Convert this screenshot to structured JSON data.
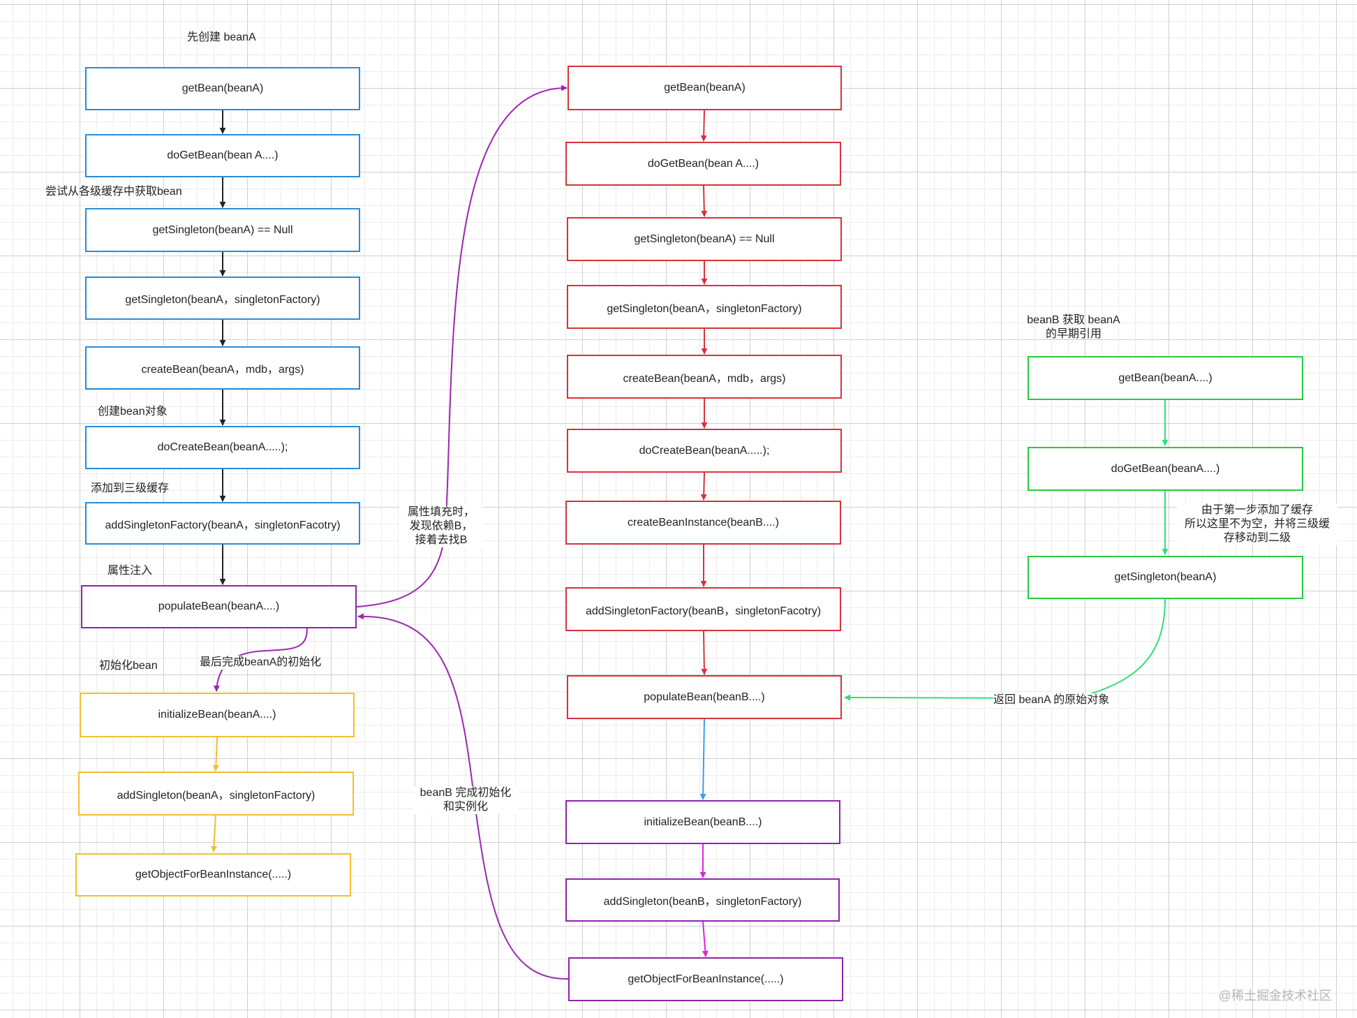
{
  "colors": {
    "blue": "#2A8BD8",
    "red": "#D6323A",
    "purple": "#8E24AA",
    "yellow": "#F5BD2F",
    "green": "#27C93F",
    "black_arrow": "#222222",
    "magenta_arrow": "#E020E0",
    "green_arrow": "#2EE07A",
    "blue_arrow": "#3D9BF0",
    "curve_purple": "#9C27B0"
  },
  "left_column": {
    "header": "先创建 beanA",
    "nodes": [
      "getBean(beanA)",
      "doGetBean(bean A....)",
      "getSingleton(beanA) == Null",
      "getSingleton(beanA，singletonFactory)",
      "createBean(beanA，mdb，args)",
      "doCreateBean(beanA.....);",
      "addSingletonFactory(beanA，singletonFacotry)",
      "populateBean(beanA....)",
      "initializeBean(beanA....)",
      "addSingleton(beanA，singletonFactory)",
      "getObjectForBeanInstance(.....)"
    ],
    "notes": {
      "try_cache": "尝试从各级缓存中获取bean",
      "create_obj": "创建bean对象",
      "add_l3": "添加到三级缓存",
      "inject": "属性注入",
      "init": "初始化bean",
      "finish_a": "最后完成beanA的初始化"
    }
  },
  "middle_column": {
    "nodes": [
      "getBean(beanA)",
      "doGetBean(bean A....)",
      "getSingleton(beanA) == Null",
      "getSingleton(beanA，singletonFactory)",
      "createBean(beanA，mdb，args)",
      "doCreateBean(beanA.....);",
      "createBeanInstance(beanB....)",
      "addSingletonFactory(beanB，singletonFacotry)",
      "populateBean(beanB....)",
      "initializeBean(beanB....)",
      "addSingleton(beanB，singletonFactory)",
      "getObjectForBeanInstance(.....)"
    ]
  },
  "right_column": {
    "header_line1": "beanB 获取 beanA",
    "header_line2": "的早期引用",
    "nodes": [
      "getBean(beanA....)",
      "doGetBean(beanA....)",
      "getSingleton(beanA)"
    ],
    "note_line1": "由于第一步添加了缓存",
    "note_line2": "所以这里不为空，并将三级缓",
    "note_line3": "存移动到二级"
  },
  "connectors": {
    "fill_prop_line1": "属性填充时，",
    "fill_prop_line2": "发现依赖B，",
    "fill_prop_line3": "接着去找B",
    "return_a": "返回 beanA 的原始对象",
    "b_done_line1": "beanB 完成初始化",
    "b_done_line2": "和实例化"
  },
  "watermark": "@稀土掘金技术社区"
}
